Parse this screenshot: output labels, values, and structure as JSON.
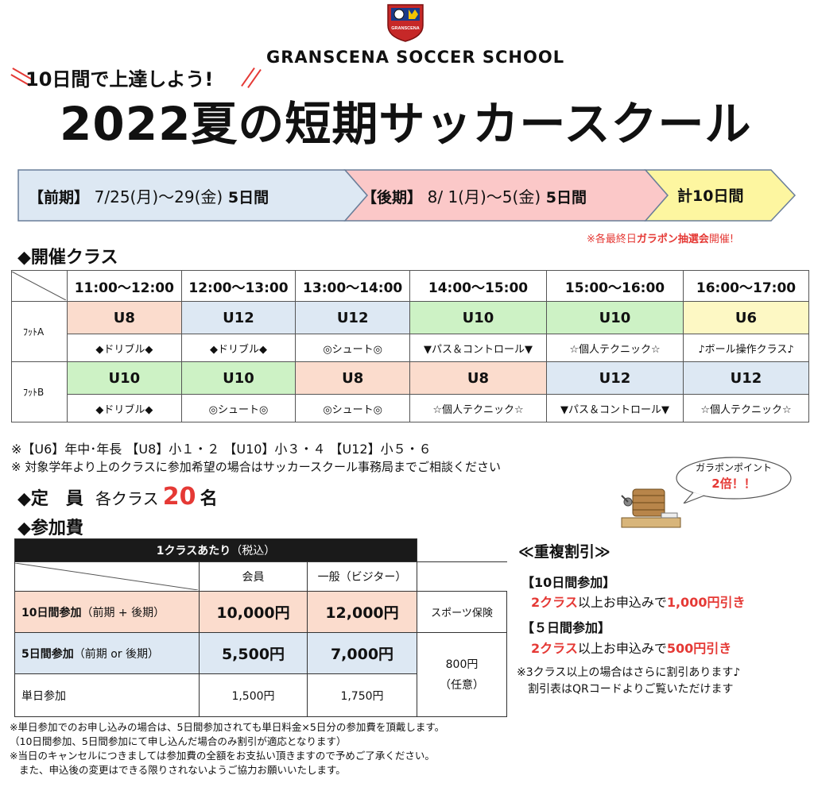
{
  "header": {
    "logo_text": "GRANSCENA",
    "school_name": "GRANSCENA SOCCER SCHOOL",
    "catchphrase": "10日間で上達しよう!",
    "title": "2022夏の短期サッカースクール"
  },
  "periods": {
    "first_label": "【前期】",
    "first_dates": "7/25(月)～29(金)",
    "first_days": "5日間",
    "second_label": "【後期】",
    "second_dates": "8/ 1(月)～5(金)",
    "second_days": "5日間",
    "total": "計10日間",
    "lottery_pre": "※各最終日",
    "lottery_red": "ガラポン抽選会",
    "lottery_post": "開催!"
  },
  "classes": {
    "heading": "◆開催クラス",
    "times": [
      "11:00～12:00",
      "12:00～13:00",
      "13:00～14:00",
      "14:00～15:00",
      "15:00～16:00",
      "16:00～17:00"
    ],
    "rows": [
      {
        "name": "ﾌｯﾄA",
        "cls": [
          "U8",
          "U12",
          "U12",
          "U10",
          "U10",
          "U6"
        ],
        "act": [
          "◆ドリブル◆",
          "◆ドリブル◆",
          "◎シュート◎",
          "▼パス＆コントロール▼",
          "☆個人テクニック☆",
          "♪ボール操作クラス♪"
        ]
      },
      {
        "name": "ﾌｯﾄB",
        "cls": [
          "U10",
          "U10",
          "U8",
          "U8",
          "U12",
          "U12"
        ],
        "act": [
          "◆ドリブル◆",
          "◎シュート◎",
          "◎シュート◎",
          "☆個人テクニック☆",
          "▼パス＆コントロール▼",
          "☆個人テクニック☆"
        ]
      }
    ],
    "note1": "※【U6】年中･年長 【U8】小１・２ 【U10】小３・４ 【U12】小５・６",
    "note2": "※ 対象学年より上のクラスに参加希望の場合はサッカースクール事務局までご相談ください"
  },
  "bubble": {
    "line1": "ガラポンポイント",
    "line2": "2倍！！"
  },
  "capacity": {
    "label": "◆定　員",
    "text": "各クラス",
    "num": "20",
    "unit": "名"
  },
  "fee": {
    "heading": "◆参加費",
    "table_title": "1クラスあたり",
    "table_title_note": "（税込）",
    "col_member": "会員",
    "col_general": "一般（ビジター）",
    "row1_label": "10日間参加",
    "row1_note": "（前期 + 後期）",
    "row1_member": "10,000円",
    "row1_general": "12,000円",
    "insurance": "スポーツ保険",
    "row2_label": "5日間参加",
    "row2_note": "（前期 or 後期）",
    "row2_member": "5,500円",
    "row2_general": "7,000円",
    "ins_price": "800円",
    "ins_note": "（任意）",
    "row3_label": "単日参加",
    "row3_member": "1,500円",
    "row3_general": "1,750円"
  },
  "discount": {
    "title": "≪重複割引≫",
    "h1": "【10日間参加】",
    "l1_a": "2クラス",
    "l1_b": "以上お申込みで",
    "l1_c": "1,000円引き",
    "h2": "【５日間参加】",
    "l2_a": "2クラス",
    "l2_b": "以上お申込みで",
    "l2_c": "500円引き",
    "n1": "※3クラス以上の場合はさらに割引あります♪",
    "n2": "割引表はQRコードよりご覧いただけます"
  },
  "footer": [
    "※単日参加でのお申し込みの場合は、5日間参加されても単日料金×5日分の参加費を頂戴します。",
    "（10日間参加、5日間参加にて申し込んだ場合のみ割引が適応となります）",
    "※当日のキャンセルにつきましては参加費の全額をお支払い頂きますので予めご了承ください。",
    "また、申込後の変更はできる限りされないようご協力お願いいたします。"
  ],
  "colors": {
    "u8": "#fbdccd",
    "u12": "#dde8f3",
    "u10": "#cdf2c5",
    "u6": "#fdf8c4",
    "red": "#e53935",
    "first_period": "#dde8f3",
    "second_period": "#fbc8c8",
    "total": "#fdf6a0"
  }
}
